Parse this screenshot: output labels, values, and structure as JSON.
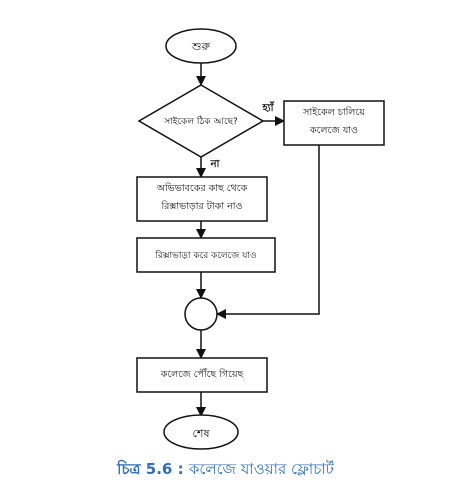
{
  "flowchart": {
    "start_label": "শুরু",
    "decision_label": "সাইকেল ঠিক আছে?",
    "yes_label": "হ্যাঁ",
    "no_label": "না",
    "ride_cycle_line1": "সাইকেল চালিয়ে",
    "ride_cycle_line2": "কলেজে যাও",
    "get_fare_line1": "অভিভাবকের কাছ থেকে",
    "get_fare_line2": "রিক্সাভাড়ার টাকা নাও",
    "rickshaw_label": "রিক্সাভাড়া করে কলেজে যাও",
    "arrived_label": "কলেজে পৌঁছে গিয়েছ",
    "end_label": "শেষ"
  },
  "caption": {
    "prefix": "চিত্র 5.6 :",
    "title": "কলেজে যাওয়ার ফ্লোচার্ট"
  }
}
